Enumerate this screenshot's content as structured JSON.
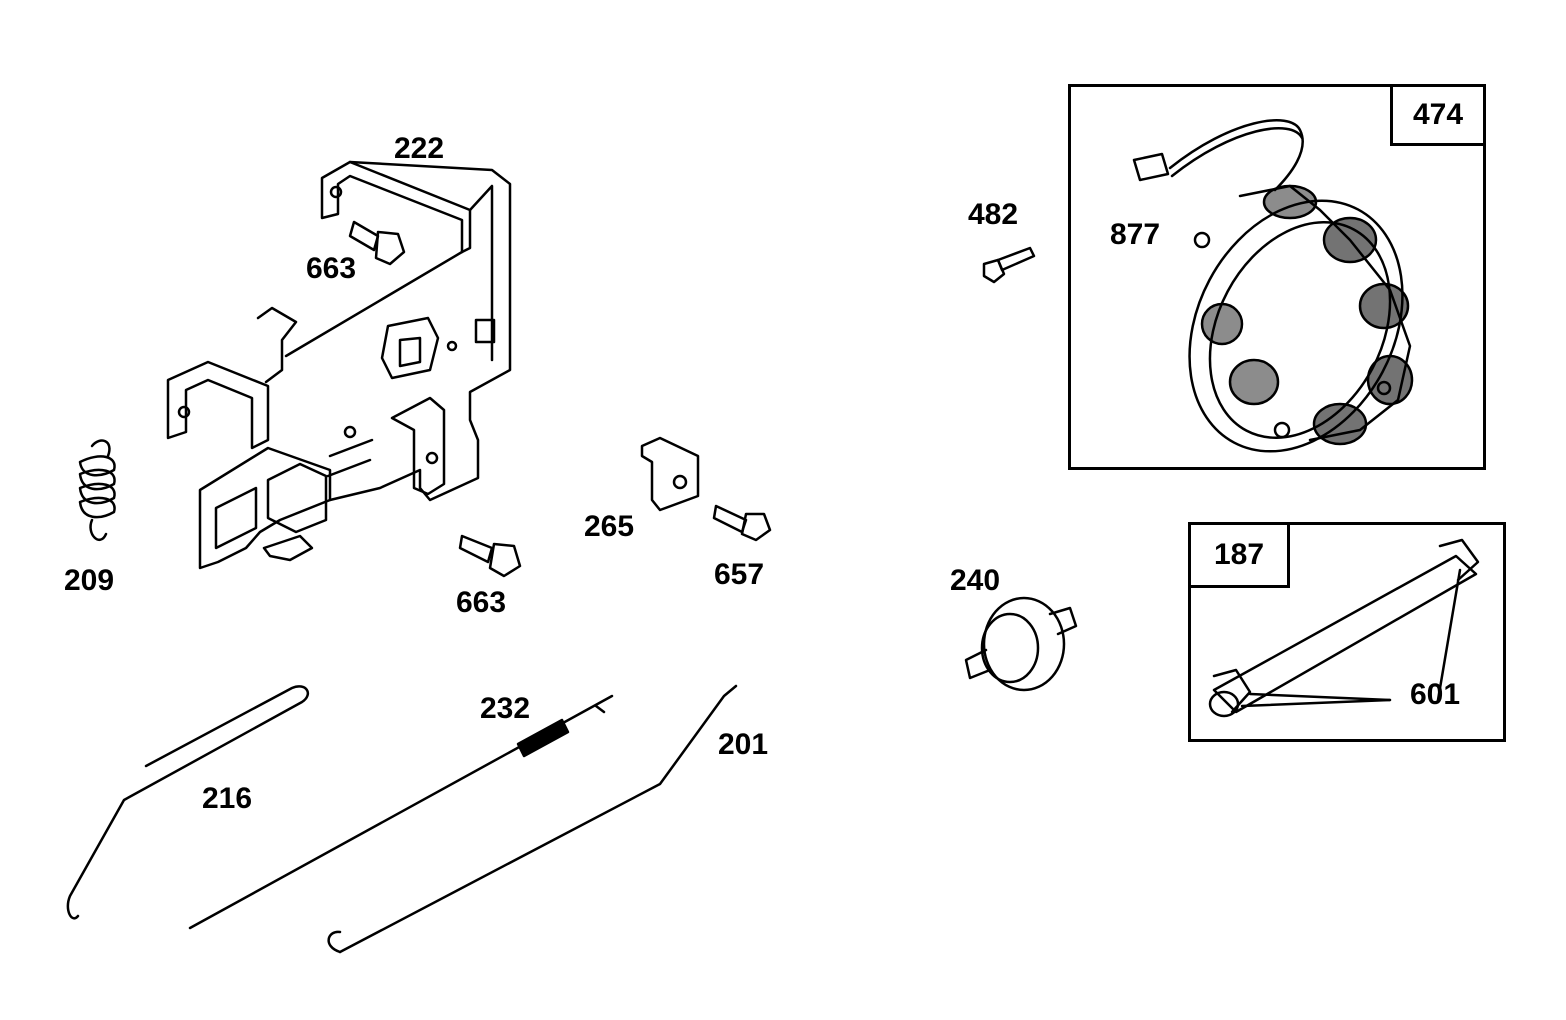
{
  "parts": {
    "p222": "222",
    "p663a": "663",
    "p663b": "663",
    "p209": "209",
    "p265": "265",
    "p657": "657",
    "p482": "482",
    "p877": "877",
    "p474": "474",
    "p240": "240",
    "p187": "187",
    "p601": "601",
    "p232": "232",
    "p216": "216",
    "p201": "201"
  }
}
